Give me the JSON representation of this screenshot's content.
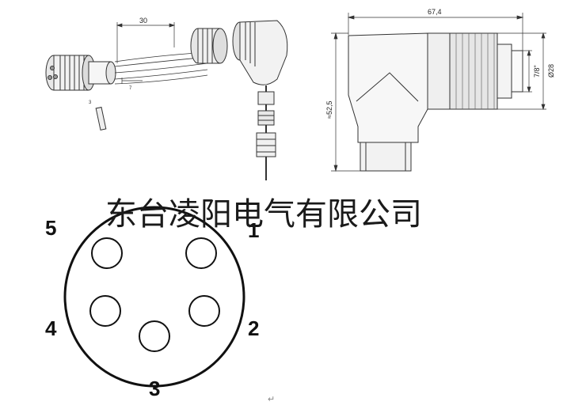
{
  "watermark": "东台凌阳电气有限公司",
  "top_drawing": {
    "width_label": "67,4",
    "height_label": "≈52,5",
    "thread_label": "7/8\"",
    "diameter_label": "Ø28"
  },
  "exploded_view": {
    "strip_label": "30",
    "small_label_a": "7",
    "small_label_b": "3"
  },
  "pin_layout": {
    "pins": [
      {
        "number": "1"
      },
      {
        "number": "2"
      },
      {
        "number": "3"
      },
      {
        "number": "4"
      },
      {
        "number": "5"
      }
    ]
  },
  "footer_mark": "↵"
}
